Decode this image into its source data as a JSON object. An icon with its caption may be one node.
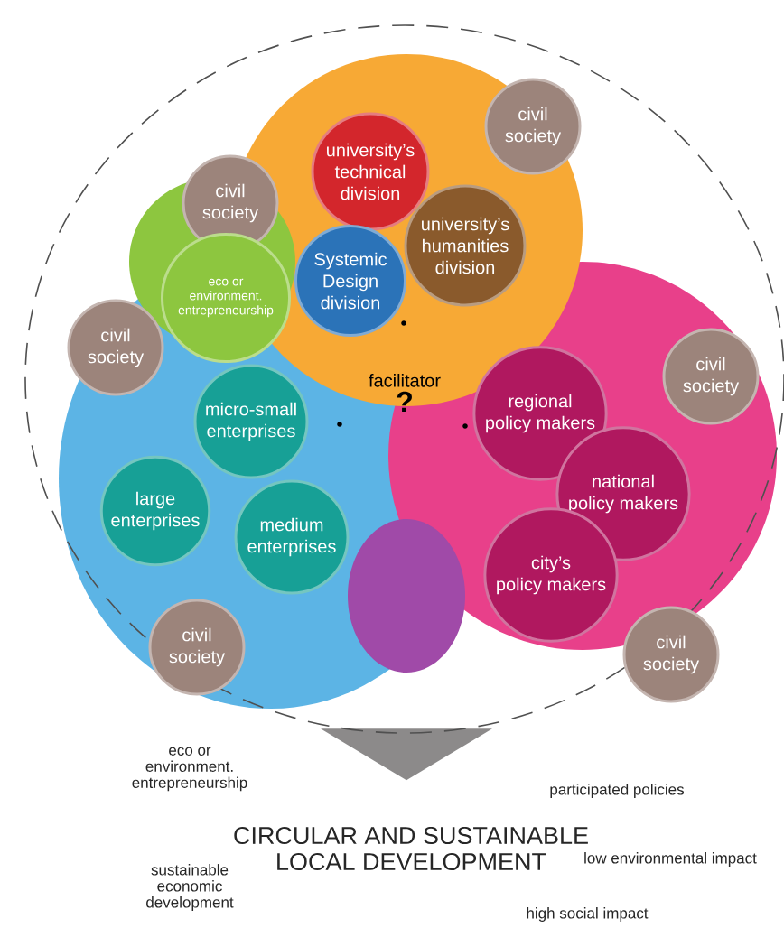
{
  "diagram": {
    "nodes": [
      {
        "text": [
          "civil society"
        ]
      },
      {
        "text": [
          "university’s technical division"
        ]
      },
      {
        "text": [
          "civil society"
        ]
      },
      {
        "text": [
          "university’s humanities division"
        ]
      },
      {
        "text": [
          "Systemic Design division"
        ]
      },
      {
        "text": [
          "eco or environment. entrepreneurship"
        ]
      },
      {
        "text": [
          "civil society"
        ]
      },
      {
        "text": [
          "civil society"
        ]
      },
      {
        "text": [
          "facilitator",
          "?"
        ]
      },
      {
        "text": [
          "regional policy makers"
        ]
      },
      {
        "text": [
          "micro-small enterprises"
        ]
      },
      {
        "text": [
          "large enterprises"
        ]
      },
      {
        "text": [
          "national policy makers"
        ]
      },
      {
        "text": [
          "medium enterprises"
        ]
      },
      {
        "text": [
          "city’s policy makers"
        ]
      },
      {
        "text": [
          "civil society"
        ]
      },
      {
        "text": [
          "civil society"
        ]
      },
      {
        "text": [],
        "shape": "triangle"
      }
    ],
    "labels": [
      "eco or environment. entrepreneurship",
      "participated policies",
      "CIRCULAR AND SUSTAINABLE LOCAL DEVELOPMENT",
      "sustainable economic development",
      "low environmental impact",
      "high social impact"
    ]
  }
}
